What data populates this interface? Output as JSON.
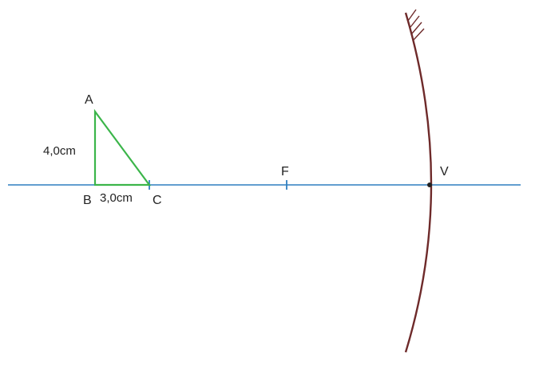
{
  "colors": {
    "axis": "#2f7fc1",
    "object": "#3bb54a",
    "mirror": "#6e2a2a",
    "text": "#222222"
  },
  "points": {
    "a": "A",
    "b": "B",
    "c": "C",
    "f": "F",
    "v": "V"
  },
  "dimensions": {
    "height": "4,0cm",
    "base": "3,0cm"
  }
}
